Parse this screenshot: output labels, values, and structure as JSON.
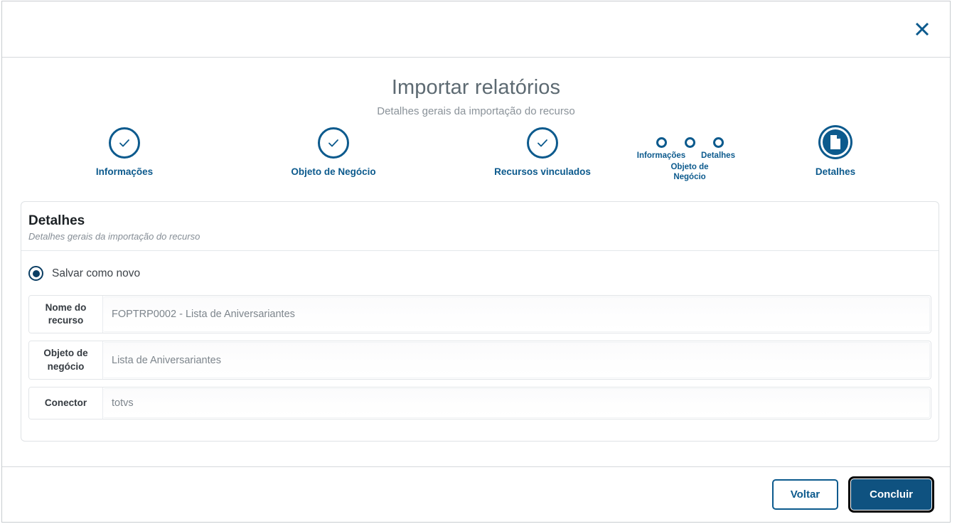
{
  "window": {
    "close_icon": "close-icon"
  },
  "header": {
    "title": "Importar relatórios",
    "subtitle": "Detalhes gerais da importação do recurso"
  },
  "stepper": {
    "line_color": "#4a545c",
    "accent_color": "#0c5a8d",
    "steps": [
      {
        "label": "Informações",
        "state": "done",
        "icon": "check-icon"
      },
      {
        "label": "Objeto de Negócio",
        "state": "done",
        "icon": "check-icon"
      },
      {
        "label": "Recursos vinculados",
        "state": "done",
        "icon": "check-icon"
      },
      {
        "label": "Detalhes",
        "state": "active",
        "icon": "document-icon"
      }
    ],
    "mini_steps": [
      {
        "label": "Informações"
      },
      {
        "label": "Objeto de Negócio"
      },
      {
        "label": "Detalhes"
      }
    ]
  },
  "card": {
    "title": "Detalhes",
    "subtitle": "Detalhes gerais da importação do recurso",
    "radio": {
      "label": "Salvar como novo",
      "selected": true
    },
    "fields": [
      {
        "label": "Nome do recurso",
        "value": "FOPTRP0002 - Lista de Aniversariantes"
      },
      {
        "label": "Objeto de negócio",
        "value": "Lista de Aniversariantes"
      },
      {
        "label": "Conector",
        "value": "totvs"
      }
    ]
  },
  "footer": {
    "back_label": "Voltar",
    "finish_label": "Concluir"
  }
}
